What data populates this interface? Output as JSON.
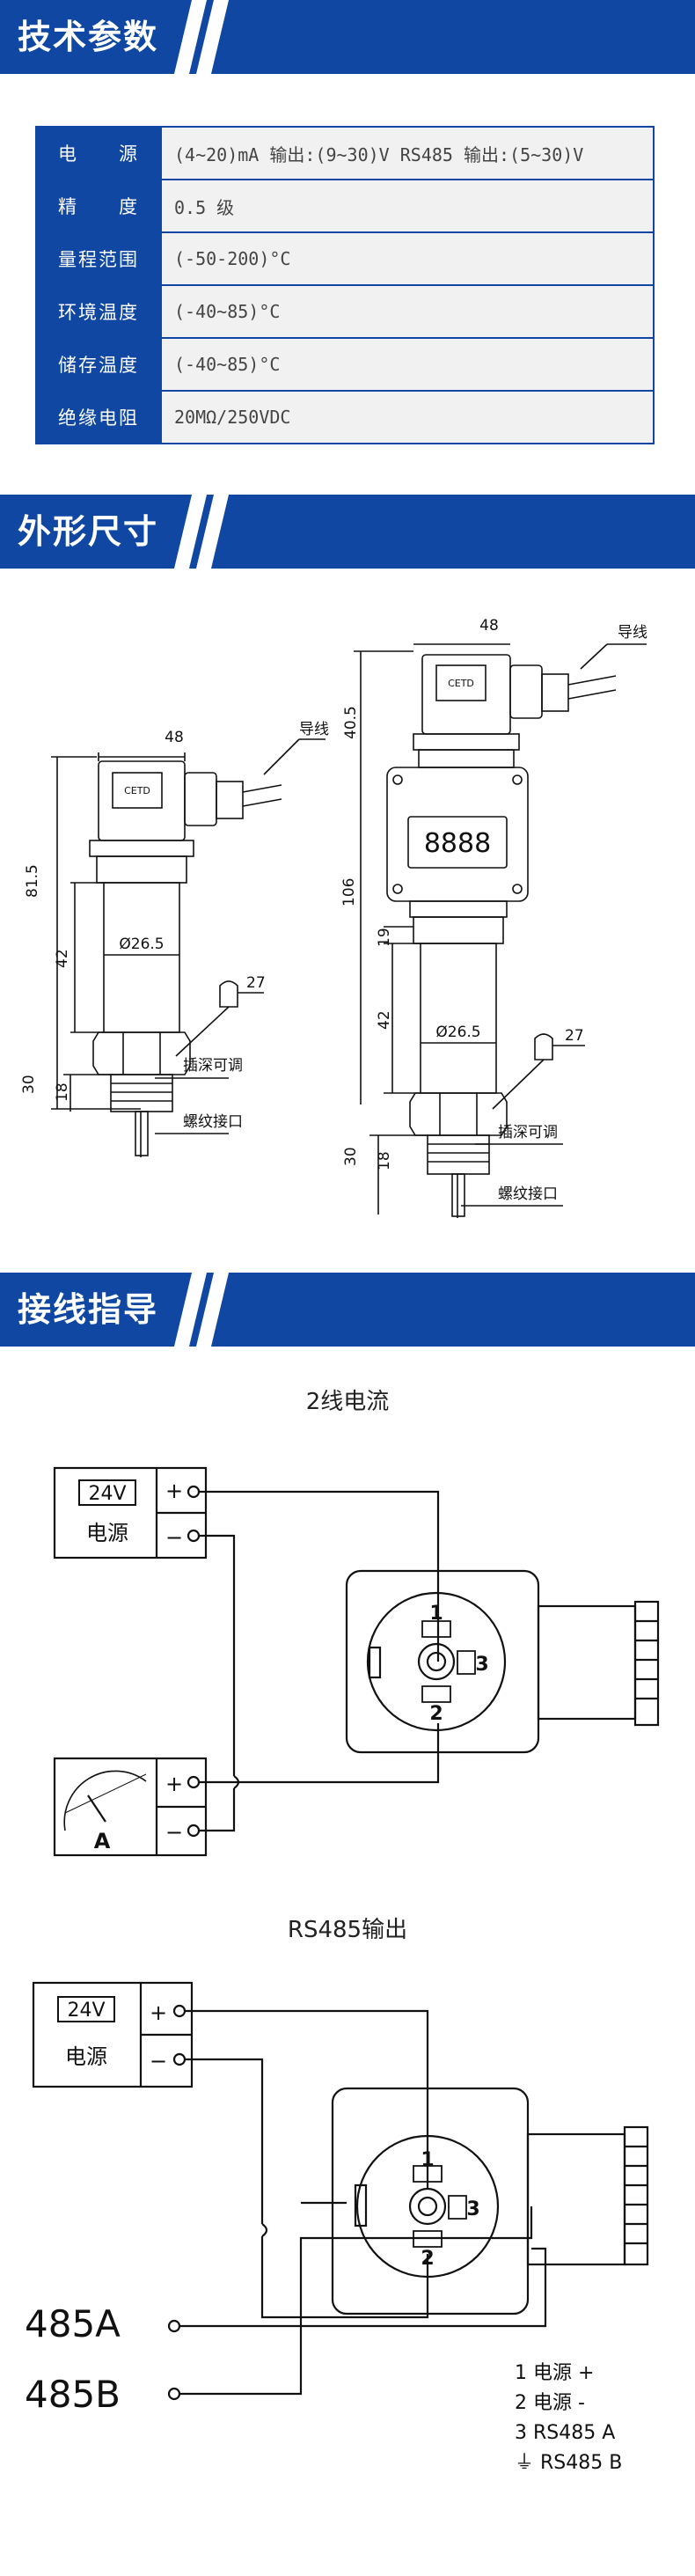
{
  "sections": {
    "specs": "技术参数",
    "dimensions": "外形尺寸",
    "wiring": "接线指导"
  },
  "spec_rows": [
    {
      "key": "电　　源",
      "value": "(4~20)mA 输出:(9~30)V RS485 输出:(5~30)V"
    },
    {
      "key": "精　　度",
      "value": "0.5 级"
    },
    {
      "key": "量程范围",
      "value": "(-50-200)°C"
    },
    {
      "key": "环境温度",
      "value": "(-40~85)°C"
    },
    {
      "key": "储存温度",
      "value": "(-40~85)°C"
    },
    {
      "key": "绝缘电阻",
      "value": "20MΩ/250VDC"
    }
  ],
  "dims_left": {
    "width": "48",
    "total": "81.5",
    "body": "42",
    "diameter": "Ø26.5",
    "nut": "30",
    "thread": "18",
    "wire": "导线",
    "wrench": "27",
    "depth": "插深可调",
    "port": "螺纹接口"
  },
  "dims_right": {
    "width": "48",
    "top": "40.5",
    "total": "106",
    "head": "19",
    "body": "42",
    "diameter": "Ø26.5",
    "nut": "30",
    "thread": "18",
    "wire": "导线",
    "wrench": "27",
    "depth": "插深可调",
    "port": "螺纹接口",
    "display": "8888"
  },
  "wiring_2wire": {
    "title": "2线电流",
    "voltage": "24V",
    "supply": "电源",
    "plus": "+",
    "minus": "−",
    "meter": "A",
    "pin1": "1",
    "pin2": "2",
    "pin3": "3"
  },
  "wiring_485": {
    "title": "RS485输出",
    "voltage": "24V",
    "supply": "电源",
    "plus": "+",
    "minus": "−",
    "a": "485A",
    "b": "485B",
    "pin1": "1",
    "pin2": "2",
    "pin3": "3",
    "legend": [
      "1 电源 +",
      "2 电源 -",
      "3 RS485 A",
      "⏚ RS485 B"
    ]
  },
  "colors": {
    "brand": "#0f47a3",
    "line": "#111111"
  }
}
